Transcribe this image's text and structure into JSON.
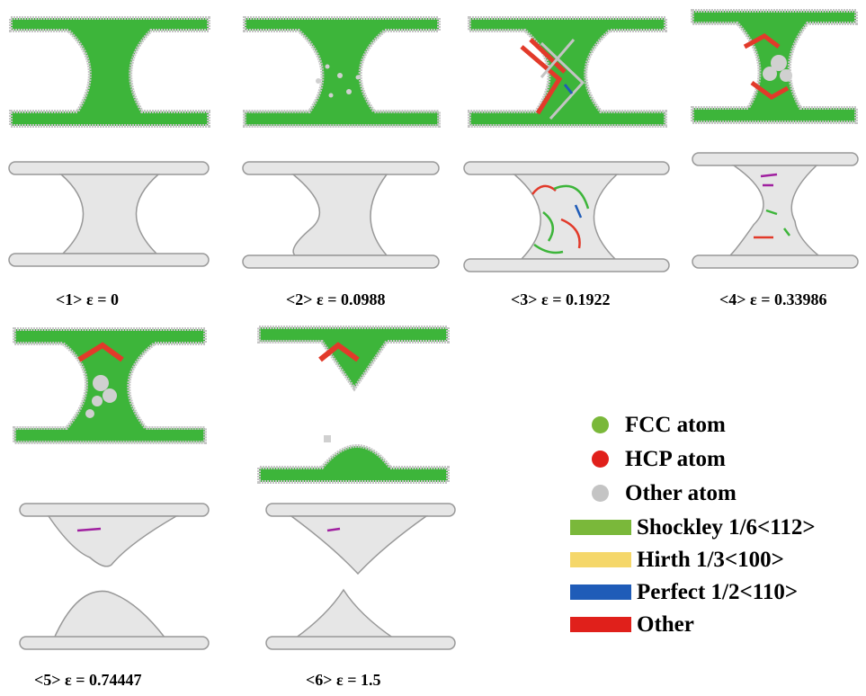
{
  "colors": {
    "fcc": "#3db53a",
    "hcp": "#e23a2a",
    "other": "#c4c4c4",
    "shockley": "#7ab83a",
    "hirth": "#f5d76a",
    "perfect": "#1f5cb8",
    "other_disl": "#e0201b",
    "surface": "#e6e6e6"
  },
  "captions": [
    "<1> ε = 0",
    "<2> ε = 0.0988",
    "<3> ε = 0.1922",
    "<4> ε = 0.33986",
    "<5> ε = 0.74447",
    "<6> ε = 1.5"
  ],
  "legend": [
    {
      "kind": "dot",
      "color_key": "fcc",
      "label": "FCC atom"
    },
    {
      "kind": "dot",
      "color_key": "hcp",
      "label": "HCP atom"
    },
    {
      "kind": "dot",
      "color_key": "other",
      "label": "Other atom"
    },
    {
      "kind": "bar",
      "color_key": "shockley",
      "label": "Shockley 1/6<112>"
    },
    {
      "kind": "bar",
      "color_key": "hirth",
      "label": "Hirth 1/3<100>"
    },
    {
      "kind": "bar",
      "color_key": "perfect",
      "label": "Perfect 1/2<110>"
    },
    {
      "kind": "bar",
      "color_key": "other_disl",
      "label": "Other"
    }
  ]
}
